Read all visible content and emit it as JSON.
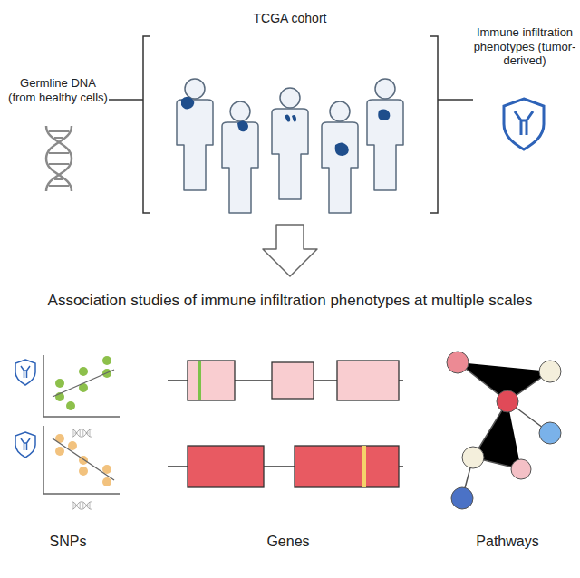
{
  "diagram": {
    "labels": [
      "Germline DNA (from healthy cells)",
      "TCGA cohort",
      "Immune infiltration phenotypes (tumor-derived)",
      "Association studies of immune infiltration phenotypes at multiple scales",
      "SNPs",
      "Genes",
      "Pathways"
    ]
  }
}
